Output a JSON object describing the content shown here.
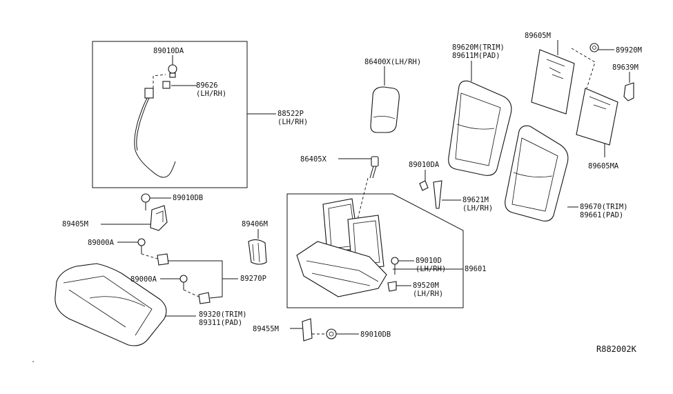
{
  "diagram_id": "R882002K",
  "labels": {
    "p89010DA_top": "89010DA",
    "p89626": "89626",
    "p89626_side": "(LH/RH)",
    "p88522P": "88522P",
    "p88522P_side": "(LH/RH)",
    "p86400X": "86400X(LH/RH)",
    "p89620M": "89620M(TRIM)",
    "p89611M": "89611M(PAD)",
    "p89605M": "89605M",
    "p89920M": "89920M",
    "p89639M": "89639M",
    "p89605MA": "89605MA",
    "p86405X": "86405X",
    "p89010DA_mid": "89010DA",
    "p89621M": "89621M",
    "p89621M_side": "(LH/RH)",
    "p89670": "89670(TRIM)",
    "p89661": "89661(PAD)",
    "p89010DB_top": "89010DB",
    "p89405M": "89405M",
    "p89406M": "89406M",
    "p89000A_1": "89000A",
    "p89000A_2": "89000A",
    "p89270P": "89270P",
    "p89601": "89601",
    "p89010D": "89010D",
    "p89010D_side": "(LH/RH)",
    "p89520M": "89520M",
    "p89520M_side": "(LH/RH)",
    "p89320": "89320(TRIM)",
    "p89311": "89311(PAD)",
    "p89455M": "89455M",
    "p89010DB_bot": "89010DB"
  }
}
